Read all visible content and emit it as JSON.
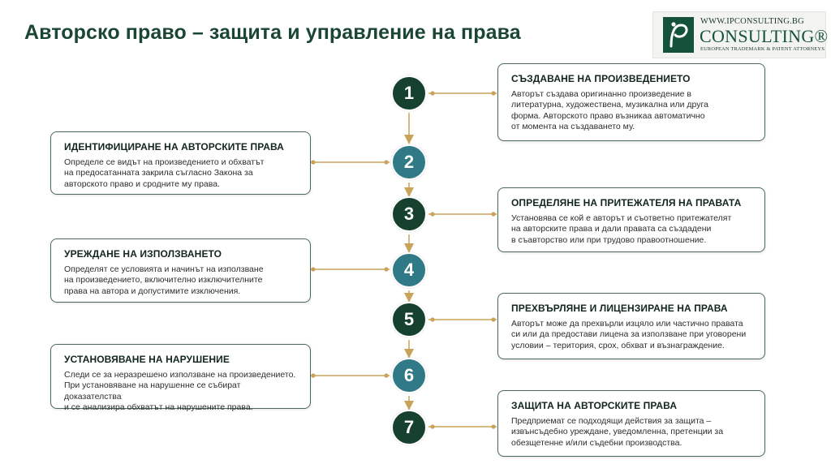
{
  "title": "Авторско право – защита и управление на права",
  "logo": {
    "url": "WWW.IPCONSULTING.BG",
    "name": "CONSULTING®",
    "tagline": "EUROPEAN TRADEMARK & PATENT ATTORNEYS"
  },
  "colors": {
    "dark_green": "#17412f",
    "teal": "#2f7a86",
    "connector": "#c9a35a"
  },
  "steps": [
    {
      "number": "1",
      "style": "dark",
      "heading": "СЪЗДАВАНЕ НА ПРОИЗВЕДЕНИЕТО",
      "lines": [
        "Авторът създава оригинанно произведение в",
        "литературна, художествена, музикална или друга",
        "форма. Авторското право възникаа автоматично",
        "от момента на създаването му."
      ]
    },
    {
      "number": "2",
      "style": "teal",
      "heading": "ИДЕНТИФИЦИРАНЕ НА АВТОРСКИТЕ ПРАВА",
      "lines": [
        "Определе се видът на произведението и обхватът",
        "на предосатанната закрила съгласно Закона за",
        "авторското право и сродните му права."
      ]
    },
    {
      "number": "3",
      "style": "dark",
      "heading": "ОПРЕДЕЛЯНЕ НА ПРИТЕЖАТЕЛЯ НА ПРАВАТА",
      "lines": [
        "Установява се кой е авторът и съответно притежателят",
        "на авторските права и дали правата са създадени",
        "в съавторство или при трудово правоотношение."
      ]
    },
    {
      "number": "4",
      "style": "teal",
      "heading": "УРЕЖДАНЕ НА ИЗПОЛЗВАНЕТО",
      "lines": [
        "Определят се условията и начинът на използване",
        "на произведението, включително изключителните",
        "права на автора и допустимите изключения."
      ]
    },
    {
      "number": "5",
      "style": "dark",
      "heading": "ПРЕХВЪРЛЯНЕ И ЛИЦЕНЗИРАНЕ НА ПРАВА",
      "lines": [
        "Авторът може да прехвърли изцяло или частично правата",
        "си или да предостави лицена за използване при уговорени",
        "условии – територия, срох, обхват и възнаграждение."
      ]
    },
    {
      "number": "6",
      "style": "teal",
      "heading": "УСТАНОВЯВАНЕ НА НАРУШЕНИЕ",
      "lines": [
        "Следи се за неразрешено използване на произведението.",
        "При установяване на нарушенне се събират доказателства",
        "и се анализира обхватът на нарушените права."
      ]
    },
    {
      "number": "7",
      "style": "dark",
      "heading": "ЗАЩИТА НА АВТОРСКИТЕ ПРАВА",
      "lines": [
        "Предприемат се подходящи действия за защита –",
        "извънсъдебно уреждане, уведомленна, претенции за",
        "обезщетенне и/или съдебни производства."
      ]
    }
  ]
}
